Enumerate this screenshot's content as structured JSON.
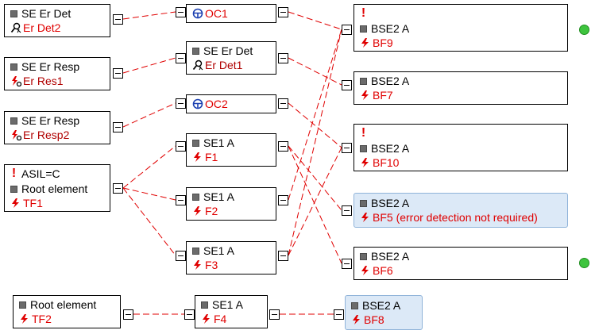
{
  "nodes": {
    "se_er_det": {
      "type": "SE Er Det",
      "name": "Er Det2"
    },
    "oc1": {
      "name": "OC1"
    },
    "bf9": {
      "flag": "!",
      "type": "BSE2 A",
      "name": "BF9"
    },
    "se_er_resp1": {
      "type": "SE Er Resp",
      "name": "Er Res1"
    },
    "se_er_det1": {
      "type": "SE Er Det",
      "name": "Er Det1"
    },
    "bf7": {
      "type": "BSE2 A",
      "name": "BF7"
    },
    "se_er_resp2": {
      "type": "SE Er Resp",
      "name": "Er Resp2"
    },
    "oc2": {
      "name": "OC2"
    },
    "bf10": {
      "flag": "!",
      "type": "BSE2 A",
      "name": "BF10"
    },
    "root_tf1": {
      "flag": "!",
      "asil": "ASIL=C",
      "type": "Root element",
      "name": "TF1"
    },
    "f1": {
      "type": "SE1 A",
      "name": "F1"
    },
    "f2": {
      "type": "SE1 A",
      "name": "F2"
    },
    "bf5": {
      "type": "BSE2 A",
      "name": "BF5 (error detection not required)"
    },
    "f3": {
      "type": "SE1 A",
      "name": "F3"
    },
    "bf6": {
      "type": "BSE2 A",
      "name": "BF6"
    },
    "root_tf2": {
      "type": "Root element",
      "name": "TF2"
    },
    "f4": {
      "type": "SE1 A",
      "name": "F4"
    },
    "bf8": {
      "type": "BSE2 A",
      "name": "BF8"
    }
  },
  "colors": {
    "link": "#e00000",
    "status_ok": "#3ec43e",
    "selected_fill": "#dce9f7"
  },
  "icons": {
    "fault": "lightning-fault-icon",
    "detector": "magnifier-person-icon",
    "response": "lightning-gear-icon",
    "operating_condition": "steering-wheel-icon",
    "element": "gray-square-icon"
  }
}
